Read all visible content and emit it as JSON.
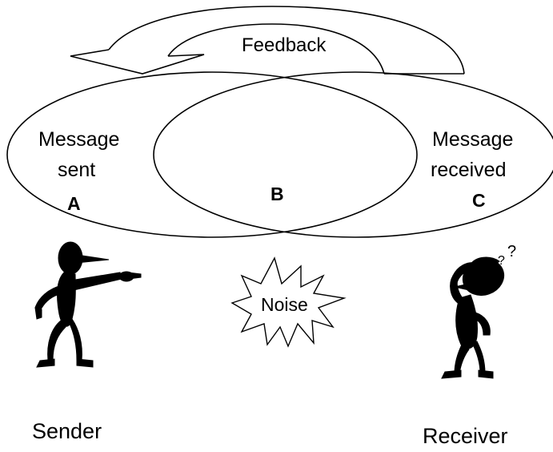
{
  "diagram": {
    "feedback_label": "Feedback",
    "message_sent_line1": "Message",
    "message_sent_line2": "sent",
    "message_received_line1": "Message",
    "message_received_line2": "received",
    "region_a": "A",
    "region_b": "B",
    "region_c": "C",
    "noise_label": "Noise",
    "sender_label": "Sender",
    "receiver_label": "Receiver",
    "question_marks": "?"
  },
  "icons": {
    "sender_figure": "pointing-person-icon",
    "receiver_figure": "confused-person-icon",
    "noise_burst": "starburst-icon",
    "feedback_arrow": "curved-arrow-icon"
  },
  "colors": {
    "line": "#000000",
    "fill": "#ffffff",
    "figure": "#000000"
  }
}
